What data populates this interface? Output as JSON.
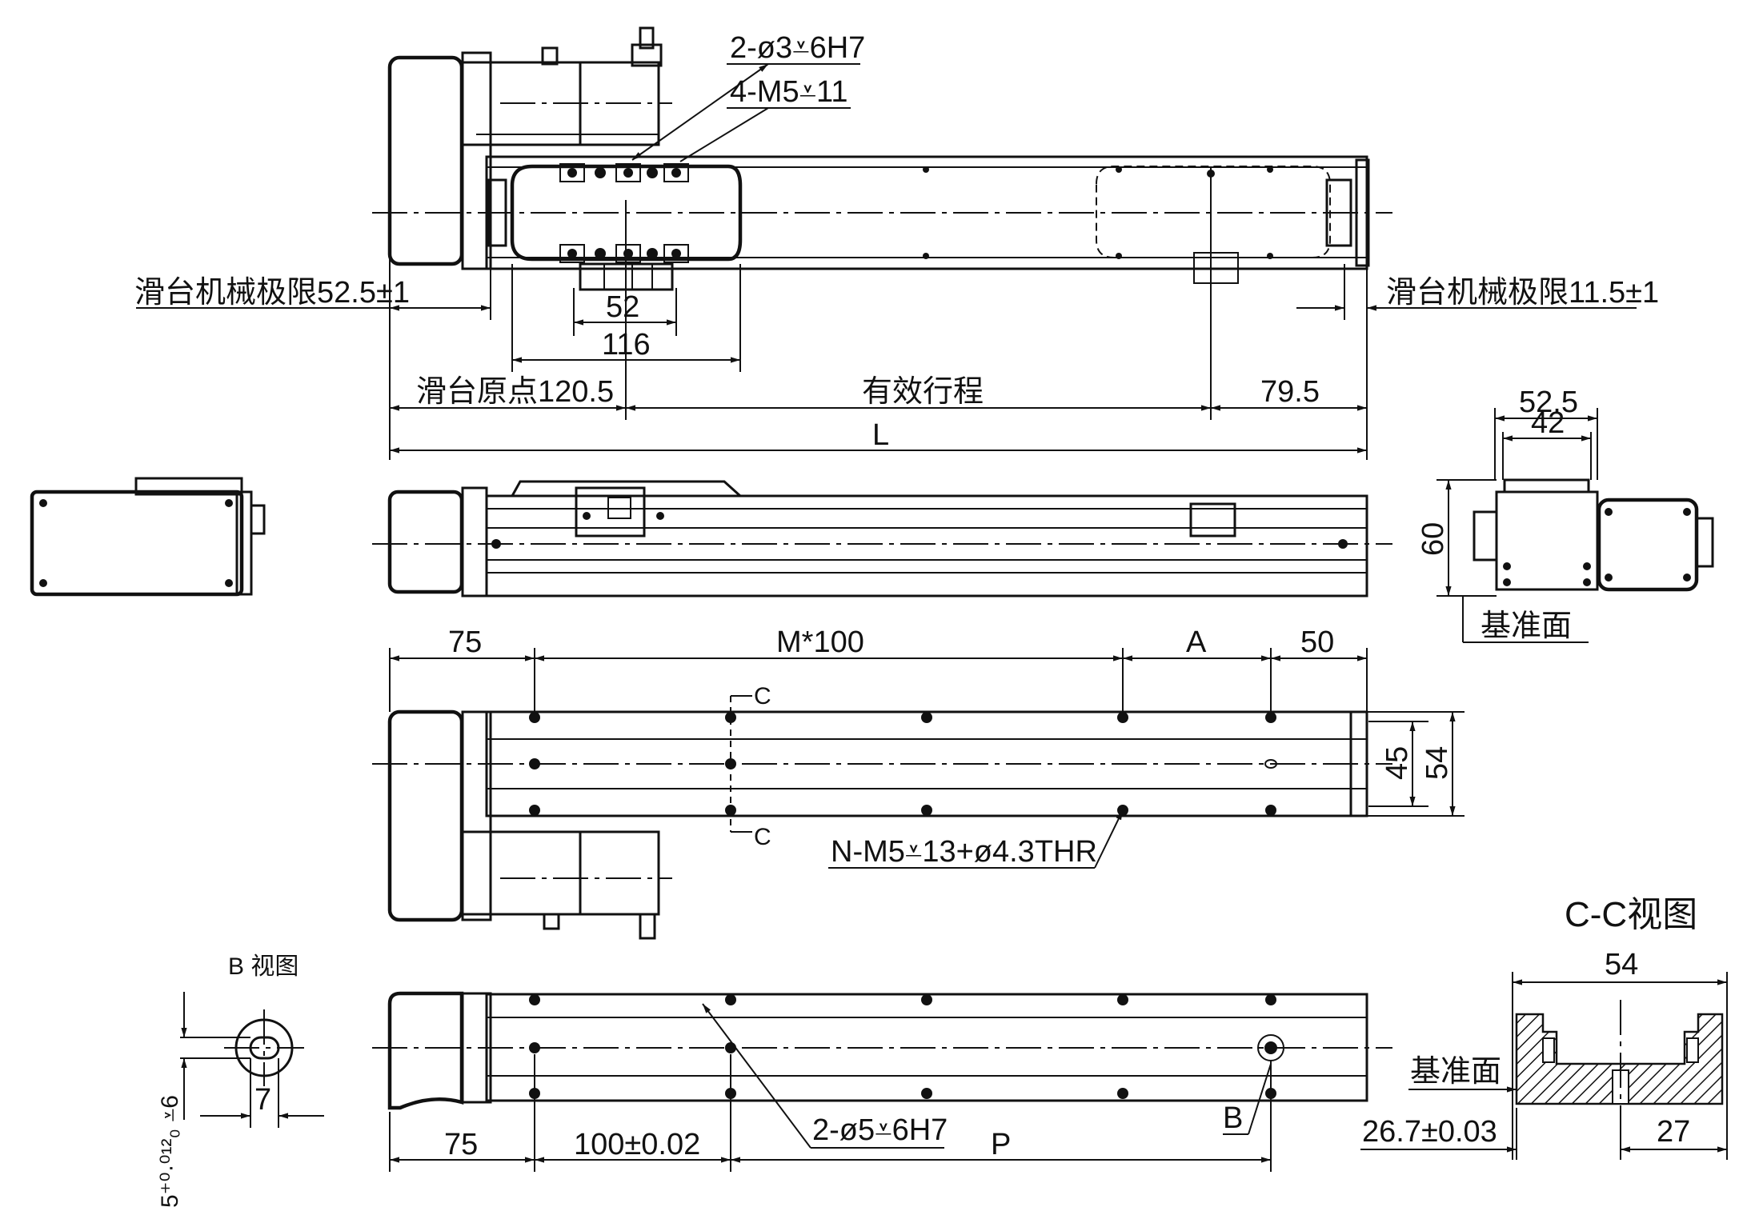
{
  "top_view": {
    "label_hole_pins": "2-ø3⩡6H7",
    "label_hole_threads": "4-M5⩡11",
    "limit_left": "滑台机械极限52.5±1",
    "limit_right": "滑台机械极限11.5±1",
    "dim_52": "52",
    "dim_116": "116",
    "origin": "滑台原点120.5",
    "stroke": "有效行程",
    "dim_79_5": "79.5",
    "dim_L": "L"
  },
  "end_view": {
    "dim_52_5": "52.5",
    "dim_42": "42",
    "dim_60": "60",
    "datum": "基准面"
  },
  "bottom_view": {
    "dim_75": "75",
    "dim_M100": "M*100",
    "dim_A": "A",
    "dim_50": "50",
    "section_c_top": "C",
    "section_c_bottom": "C",
    "dim_45": "45",
    "dim_54": "54",
    "label_mount_holes": "N-M5⩡13+ø4.3THR"
  },
  "base_view": {
    "dim_75": "75",
    "dim_100": "100±0.02",
    "dim_P": "P",
    "label_pin_holes": "2-ø5⩡6H7",
    "label_B": "B"
  },
  "b_view": {
    "title": "B 视图",
    "dim_7": "7",
    "dim_depth": "5⁺⁰·⁰¹²₀ ⩡6"
  },
  "cc_view": {
    "title": "C-C视图",
    "dim_54": "54",
    "datum": "基准面",
    "dim_26_7": "26.7±0.03",
    "dim_27": "27"
  }
}
